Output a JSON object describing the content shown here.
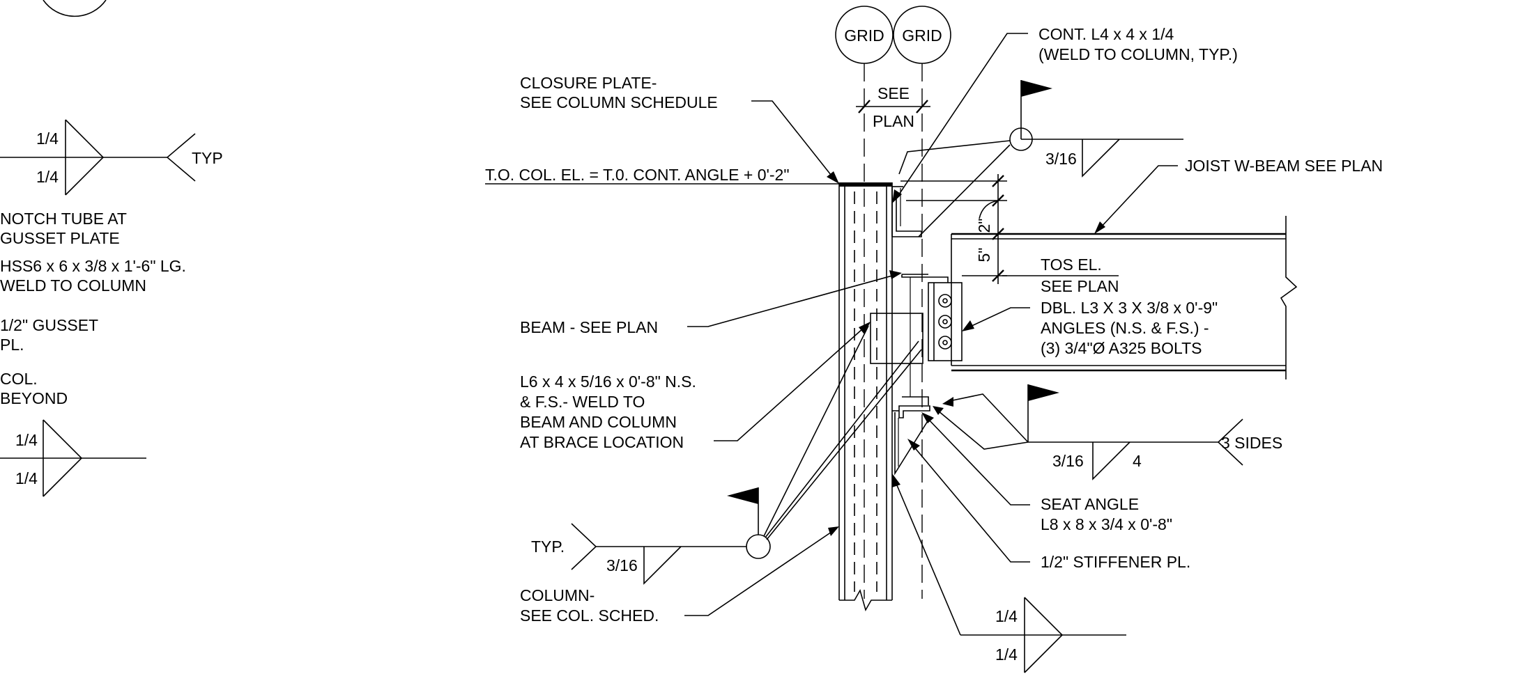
{
  "left_detail": {
    "weld_top": {
      "upper_size": "1/4",
      "lower_size": "1/4",
      "tail_note": "TYP"
    },
    "notes": [
      [
        "NOTCH TUBE AT",
        "GUSSET PLATE"
      ],
      [
        "HSS6 x 6 x 3/8 x 1'-6\" LG.",
        "WELD TO COLUMN"
      ],
      [
        "1/2\" GUSSET",
        "PL."
      ],
      [
        "COL.",
        "BEYOND"
      ]
    ],
    "weld_bottom": {
      "upper_size": "1/4",
      "lower_size": "1/4"
    }
  },
  "grid_bubbles": [
    "GRID",
    "GRID"
  ],
  "grid_dimension": {
    "top": "SEE",
    "bottom": "PLAN"
  },
  "labels": {
    "cont_angle": [
      "CONT. L4 x 4 x 1/4",
      "(WELD TO COLUMN, TYP.)"
    ],
    "closure_plate": [
      "CLOSURE PLATE-",
      "SEE COLUMN SCHEDULE"
    ],
    "top_of_column": "T.O. COL. EL. = T.0. CONT. ANGLE + 0'-2\"",
    "joist_beam": "JOIST W-BEAM SEE PLAN",
    "tos": [
      "TOS EL.",
      "SEE PLAN"
    ],
    "beam": "BEAM - SEE PLAN",
    "dbl_angles": [
      "DBL. L3 X 3 X 3/8 x  0'-9\"",
      "ANGLES (N.S. & F.S.) -",
      "(3) 3/4\"Ø A325 BOLTS"
    ],
    "brace_angle": [
      "L6 x 4 x 5/16 x 0'-8\" N.S.",
      "& F.S.- WELD TO",
      "BEAM AND COLUMN",
      "AT BRACE LOCATION"
    ],
    "seat_angle": [
      "SEAT ANGLE",
      "L8 x 8 x 3/4 x 0'-8\""
    ],
    "stiffener": "1/2\" STIFFENER PL.",
    "column": [
      "COLUMN-",
      "SEE COL. SCHED."
    ]
  },
  "dimensions": {
    "top_gap": "2\"",
    "beam_drop": "5\""
  },
  "welds": {
    "top_right": {
      "size": "3/16"
    },
    "seat": {
      "size": "3/16",
      "length": "4",
      "tail_note": "3 SIDES"
    },
    "left_typ": {
      "size": "3/16",
      "tail_note": "TYP."
    },
    "bottom": {
      "upper_size": "1/4",
      "lower_size": "1/4"
    }
  }
}
